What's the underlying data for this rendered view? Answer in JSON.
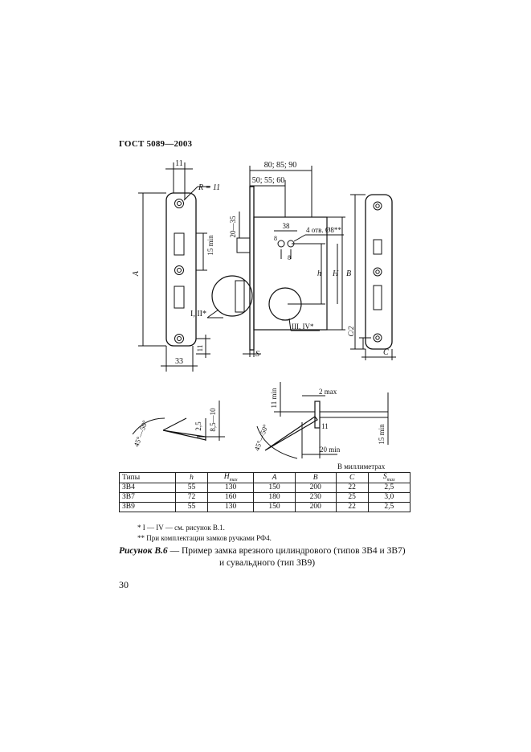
{
  "header": {
    "doc_id": "ГОСТ 5089—2003"
  },
  "drawing": {
    "front": {
      "d_11": "11",
      "r_label": "R = 11",
      "d_15min": "15 min",
      "d_A": "A",
      "d_11b": "11",
      "d_33": "33",
      "marker_1": "I, II*"
    },
    "side": {
      "d_808590": "80; 85; 90",
      "d_505560": "50; 55; 60",
      "d_2035": "20—35",
      "d_38": "38",
      "d_holes": "4 отв. Ø8**",
      "d_8a": "8",
      "d_8b": "8",
      "d_h": "h",
      "d_H": "H",
      "d_B": "B",
      "marker_2": "III, IV*",
      "d_S": "S"
    },
    "faceplate": {
      "d_C2": "C/2",
      "d_C": "C"
    },
    "latch": {
      "d_angle": "45°—50°",
      "d_25": "2,5",
      "d_8510": "8,5—10"
    },
    "bolt": {
      "d_11min": "11 min",
      "d_2max": "2 max",
      "d_angle": "45°—50°",
      "d_11": "11",
      "d_20min": "20 min",
      "d_15min": "15 min"
    }
  },
  "units_note": "В миллиметрах",
  "table": {
    "headers": [
      "Типы",
      "h",
      "H",
      "A",
      "B",
      "C",
      "S"
    ],
    "header_subscripts": {
      "H": "max",
      "S": "max"
    },
    "rows": [
      [
        "ЗВ4",
        "55",
        "130",
        "150",
        "200",
        "22",
        "2,5"
      ],
      [
        "ЗВ7",
        "72",
        "160",
        "180",
        "230",
        "25",
        "3,0"
      ],
      [
        "ЗВ9",
        "55",
        "130",
        "150",
        "200",
        "22",
        "2,5"
      ]
    ]
  },
  "footnotes": [
    "* I — IV — см. рисунок В.1.",
    "** При комплектации замков ручками РФ4."
  ],
  "caption": {
    "label": "Рисунок В.6",
    "text_line1": " — Пример замка врезного цилиндрового (типов ЗВ4 и ЗВ7)",
    "text_line2": "и сувальдного (тип ЗВ9)"
  },
  "page_number": "30"
}
